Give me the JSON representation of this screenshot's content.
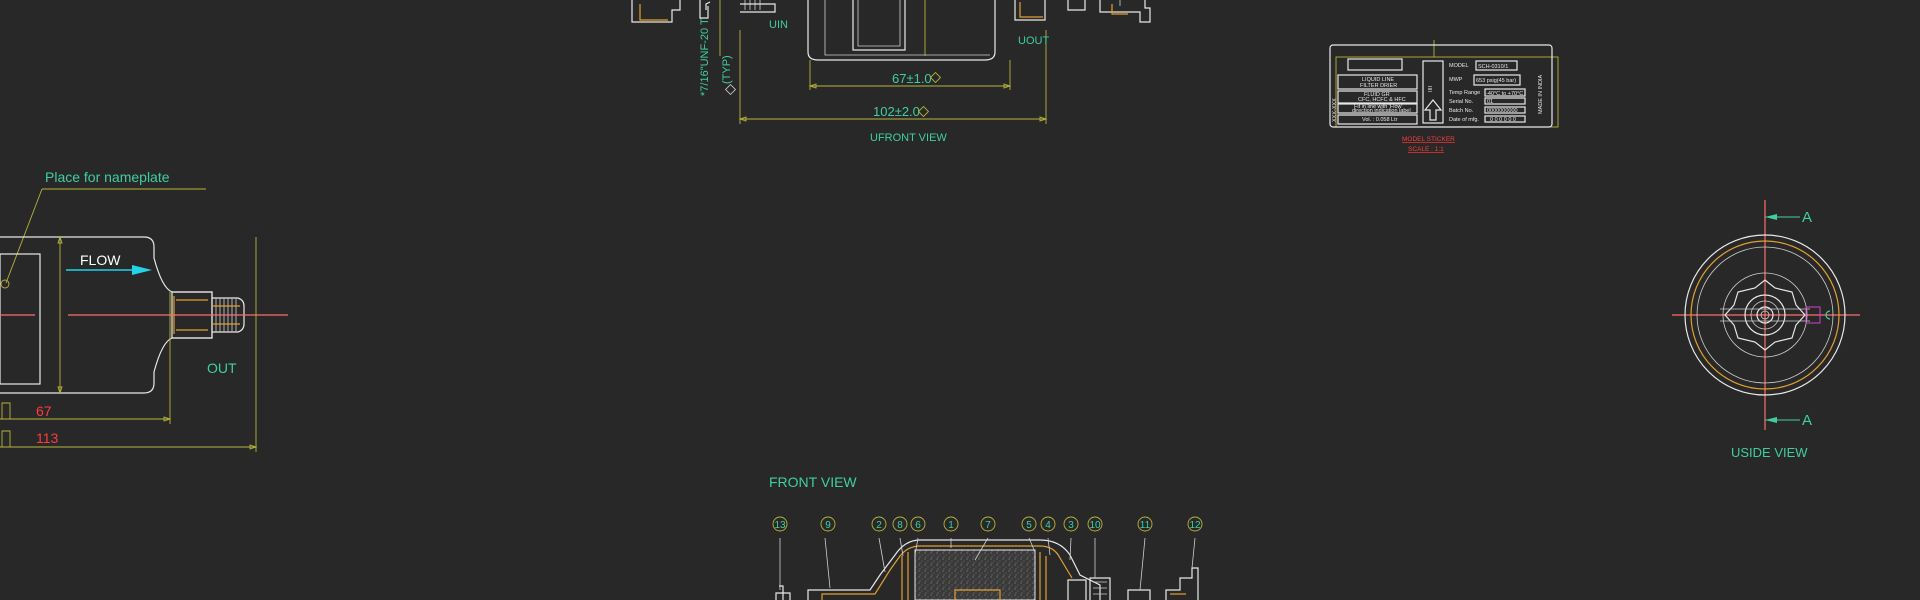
{
  "colors": {
    "background": "#282828",
    "line": "#e8e8e8",
    "dimension": "#b8b33a",
    "centerline": "#ff6b6b",
    "label": "#3fcf9f",
    "highlight_red": "#ff3b3b",
    "accent_orange": "#e0a030",
    "arrow_cyan": "#21d4e8"
  },
  "top_view": {
    "label_in": "UIN",
    "label_out": "UOUT",
    "thread_note": "*7/16\"UNF-20 T",
    "typ_note": "(TYP)",
    "dim_inner": "67±1.0",
    "dim_outer": "102±2.0",
    "view_title": "UFRONT VIEW"
  },
  "nameplate": {
    "model_label": "MODEL",
    "model_value": "SCH-0310/1",
    "mwp_label": "MWP",
    "mwp_value": "653 psig(45 bar)",
    "product_line1": "LIQUID LINE",
    "product_line2": "FILTER DRIER",
    "fluid_line1": "FLUID GR",
    "fluid_line2": "CFC, HCFC & HFC",
    "caution_line1": "Fit in line with 'Flow'",
    "caution_line2": "direction indication label",
    "volume_text": "Vol. : 0.058 Ltr",
    "temp_label": "Temp Range",
    "temp_value": "-40°C to +70°C",
    "serial_label": "Serial No.",
    "serial_value": "01",
    "batch_label": "Batch No.",
    "batch_value": "0000000000",
    "date_label": "Date of mfg.",
    "date_value": "0 0 0 0 0 0",
    "made_in": "MADE IN INDIA",
    "side_code": "XXX-XXX",
    "title_line1": "MODEL STICKER",
    "title_line2": "SCALE : 1:1"
  },
  "side_view_left": {
    "place_note": "Place for nameplate",
    "flow_label": "FLOW",
    "out_label": "OUT",
    "dim_67": "67",
    "dim_113": "113"
  },
  "side_view_right": {
    "section_label": "A",
    "view_title": "USIDE VIEW"
  },
  "front_view": {
    "title": "FRONT VIEW",
    "balloons": [
      "13",
      "9",
      "2",
      "8",
      "6",
      "1",
      "7",
      "5",
      "4",
      "3",
      "10",
      "11",
      "12"
    ]
  }
}
